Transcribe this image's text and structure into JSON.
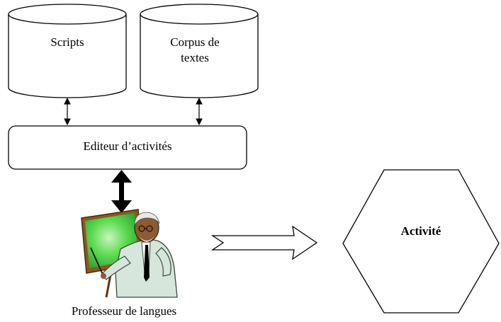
{
  "nodes": {
    "scripts": {
      "label": "Scripts"
    },
    "corpus": {
      "label_line1": "Corpus de",
      "label_line2": "textes"
    },
    "editor": {
      "label": "Editeur d’activités"
    },
    "activity": {
      "label": "Activité"
    },
    "teacher": {
      "label": "Professeur de langues"
    }
  },
  "colors": {
    "stroke": "#000000",
    "board_green": "#33cc33",
    "board_frame": "#8a5a1a",
    "suit": "#d7e6dc",
    "skin": "#8c5a33"
  },
  "icons": {
    "teacher": "teacher-clipart-icon"
  }
}
